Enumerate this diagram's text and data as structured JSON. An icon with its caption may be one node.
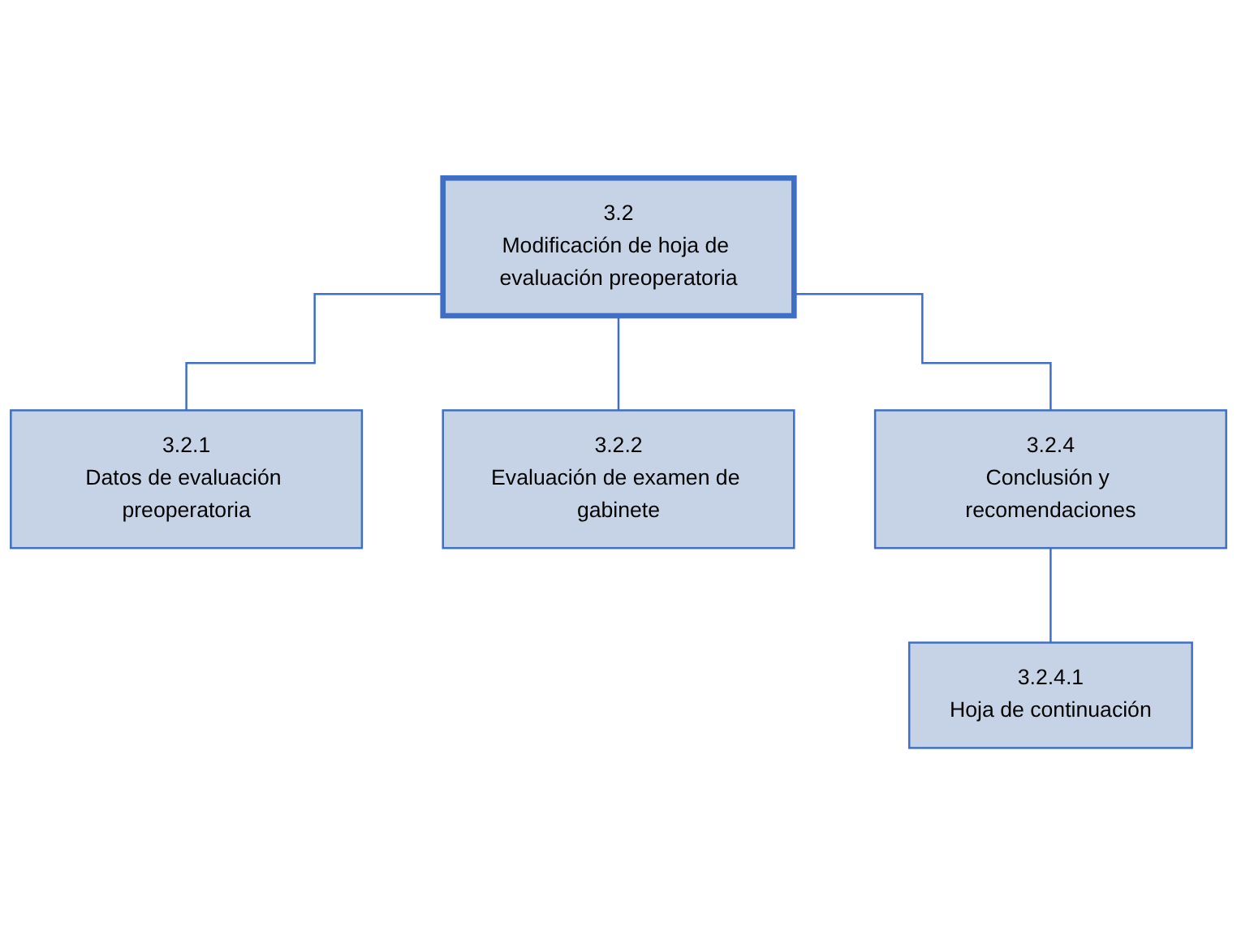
{
  "diagram": {
    "nodes": [
      {
        "text": [
          "3.2",
          "Modificación de hoja de evaluación preoperatoria"
        ]
      },
      {
        "text": [
          "3.2.1",
          "Datos de evaluación preoperatoria"
        ]
      },
      {
        "text": [
          "3.2.2",
          "Evaluación de examen de gabinete"
        ]
      },
      {
        "text": [
          "3.2.4",
          "Conclusión y recomendaciones"
        ]
      },
      {
        "text": [
          "3.2.4.1",
          "Hoja de continuación"
        ]
      }
    ],
    "edges": [
      {
        "from": 0,
        "to": 1,
        "arrow": "none"
      },
      {
        "from": 0,
        "to": 2,
        "arrow": "none"
      },
      {
        "from": 0,
        "to": 3,
        "arrow": "none"
      },
      {
        "from": 3,
        "to": 4,
        "arrow": "none"
      }
    ]
  }
}
